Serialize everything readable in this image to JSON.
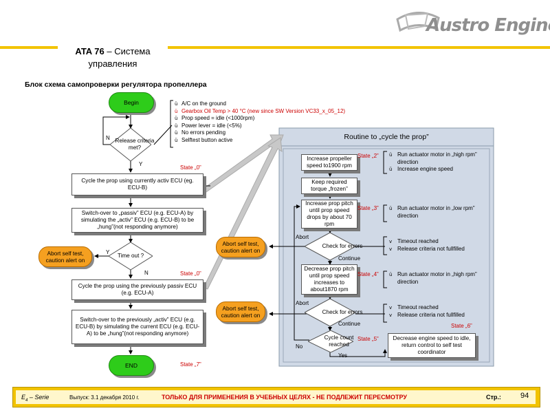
{
  "brand": {
    "name": "Austro Engine"
  },
  "header": {
    "title_line1": "ATA 76",
    "title_sep": " – Система",
    "title_line2": "управления"
  },
  "subtitle": "Блок схема самопроверки регулятора пропеллера",
  "flow": {
    "begin": "Begin",
    "release_q": "Release criteria met?",
    "cycle_active": "Cycle the prop using currently activ ECU (eg. ECU-B)",
    "switch_passive": "Switch-over to „passiv” ECU (e.g. ECU-A) by simulating the „activ” ECU (e.g. ECU-B) to be „hung”(not responding anymore)",
    "timeout_q": "Time out ?",
    "abort_left": "Abort self test, caution alert on",
    "cycle_prev": "Cycle the prop using the previously passiv ECU (e.g. ECU-A)",
    "switch_back": "Switch-over to the previously „activ” ECU (e.g. ECU-B) by simulating the current ECU (e.g. ECU-A) to be „hung”(not responding anymore)",
    "end": "END",
    "label_n": "N",
    "label_y": "Y"
  },
  "criteria": [
    {
      "marker": "ü",
      "text": "A/C on the ground",
      "highlight": false
    },
    {
      "marker": "ü",
      "text": "Gearbox Oil Temp > 40 °C (new since SW Version VC33_x_05_12)",
      "highlight": true
    },
    {
      "marker": "ü",
      "text": "Prop speed = idle (<1000rpm)",
      "highlight": false
    },
    {
      "marker": "ü",
      "text": "Power lever = idle (<5%)",
      "highlight": false
    },
    {
      "marker": "ü",
      "text": "No errors pending",
      "highlight": false
    },
    {
      "marker": "ü",
      "text": "Selftest button active",
      "highlight": false
    }
  ],
  "states": {
    "s0_a": "State „0”",
    "s0_b": "State „0”",
    "s7": "State „7”",
    "s2": "State „2”",
    "s3": "State „3”",
    "s4": "State „4”",
    "s5": "State „5”",
    "s6": "State „6”"
  },
  "routine": {
    "title": "Routine to „cycle the prop”",
    "increase_speed": "Increase propeller speed to1900 rpm",
    "keep_torque": "Keep required torque „frozen”",
    "increase_pitch": "Increase prop pitch until prop speed drops by about 70 rpm",
    "check1": "Check for errors",
    "decrease_pitch": "Decrease prop pitch until prop speed increases to about1870 rpm",
    "check2": "Check for errors",
    "cycle_count": "Cycle count reached",
    "decrease_speed": "Decrease engine speed to idle, return control to self test coordinator",
    "abort1": "Abort self test, caution alert on",
    "abort2": "Abort self test, caution alert on",
    "lbl_abort1": "Abort",
    "lbl_abort2": "Abort",
    "lbl_continue1": "Continue",
    "lbl_continue2": "Continue",
    "lbl_no": "No",
    "lbl_yes": "Yes"
  },
  "notes": {
    "s2": [
      {
        "marker": "ü",
        "text": "Run actuator motor in „high rpm” direction"
      },
      {
        "marker": "ü",
        "text": "Increase engine speed"
      }
    ],
    "s3": [
      {
        "marker": "ü",
        "text": "Run actuator motor in „low rpm” direction"
      }
    ],
    "check1": [
      {
        "marker": "v",
        "text": "Timeout reached"
      },
      {
        "marker": "v",
        "text": "Release criteria not fullfilled"
      }
    ],
    "s4": [
      {
        "marker": "ü",
        "text": "Run actuator motor in „high rpm” direction"
      }
    ],
    "check2": [
      {
        "marker": "v",
        "text": "Timeout reached"
      },
      {
        "marker": "v",
        "text": "Release criteria not fullfilled"
      }
    ]
  },
  "footer": {
    "series_prefix": "E",
    "series_sub": "4",
    "series_suffix": " – Serie",
    "issue": "Выпуск: 3.1 декабря 2010 г.",
    "warning": "ТОЛЬКО ДЛЯ ПРИМЕНЕНИЯ В УЧЕБНЫХ ЦЕЛЯХ - НЕ ПОДЛЕЖИТ ПЕРЕСМОТРУ",
    "page_label": "Стр.:",
    "page_number": "94"
  },
  "colors": {
    "accent": "#f2c300",
    "green": "#2ecc1a",
    "orange": "#f5a020",
    "state_red": "#cc0000",
    "routine_bg": "#d0d9e6"
  }
}
